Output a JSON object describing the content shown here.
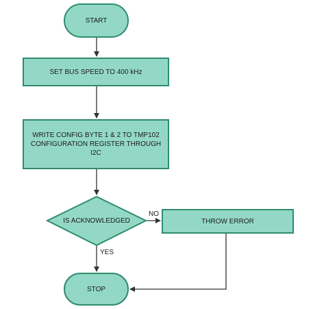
{
  "nodes": {
    "start": "START",
    "set_bus_speed": "SET BUS SPEED TO 400 kHz",
    "write_config": "WRITE CONFIG BYTE 1 & 2 TO TMP102 CONFIGURATION REGISTER THROUGH I2C",
    "is_acknowledged": "IS ACKNOWLEDGED",
    "throw_error": "THROW ERROR",
    "stop": "STOP"
  },
  "edge_labels": {
    "no": "NO",
    "yes": "YES"
  },
  "colors": {
    "fill": "#93d8c6",
    "stroke": "#2e8b6e",
    "arrow": "#333333"
  }
}
